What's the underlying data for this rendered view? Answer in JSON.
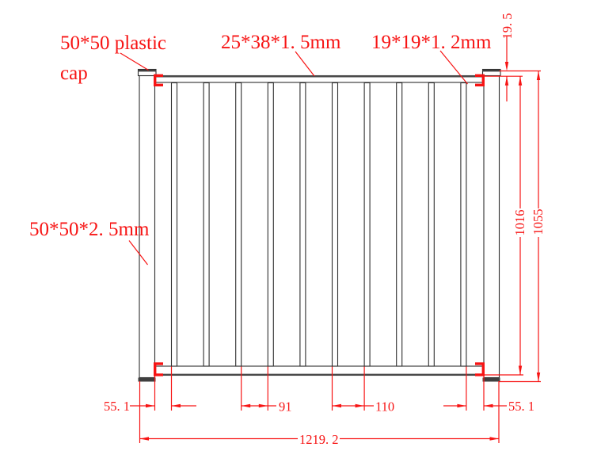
{
  "labels": {
    "plastic_cap_line1": "50*50 plastic",
    "plastic_cap_line2": "cap",
    "top_rail": "25*38*1. 5mm",
    "picket": "19*19*1. 2mm",
    "post": "50*50*2. 5mm"
  },
  "dimensions": {
    "cap_to_rail": "19. 5",
    "inner_height": "1016",
    "overall_height": "1055",
    "left_end_gap": "55. 1",
    "picket_clear_gap": "91",
    "picket_pitch": "110",
    "right_end_gap": "55. 1",
    "overall_width": "1219. 2"
  },
  "colors": {
    "dimension_red": "#f71414",
    "line_dark": "#2e2e2e",
    "thick_gray": "#3f3f3f",
    "background": "#ffffff"
  }
}
